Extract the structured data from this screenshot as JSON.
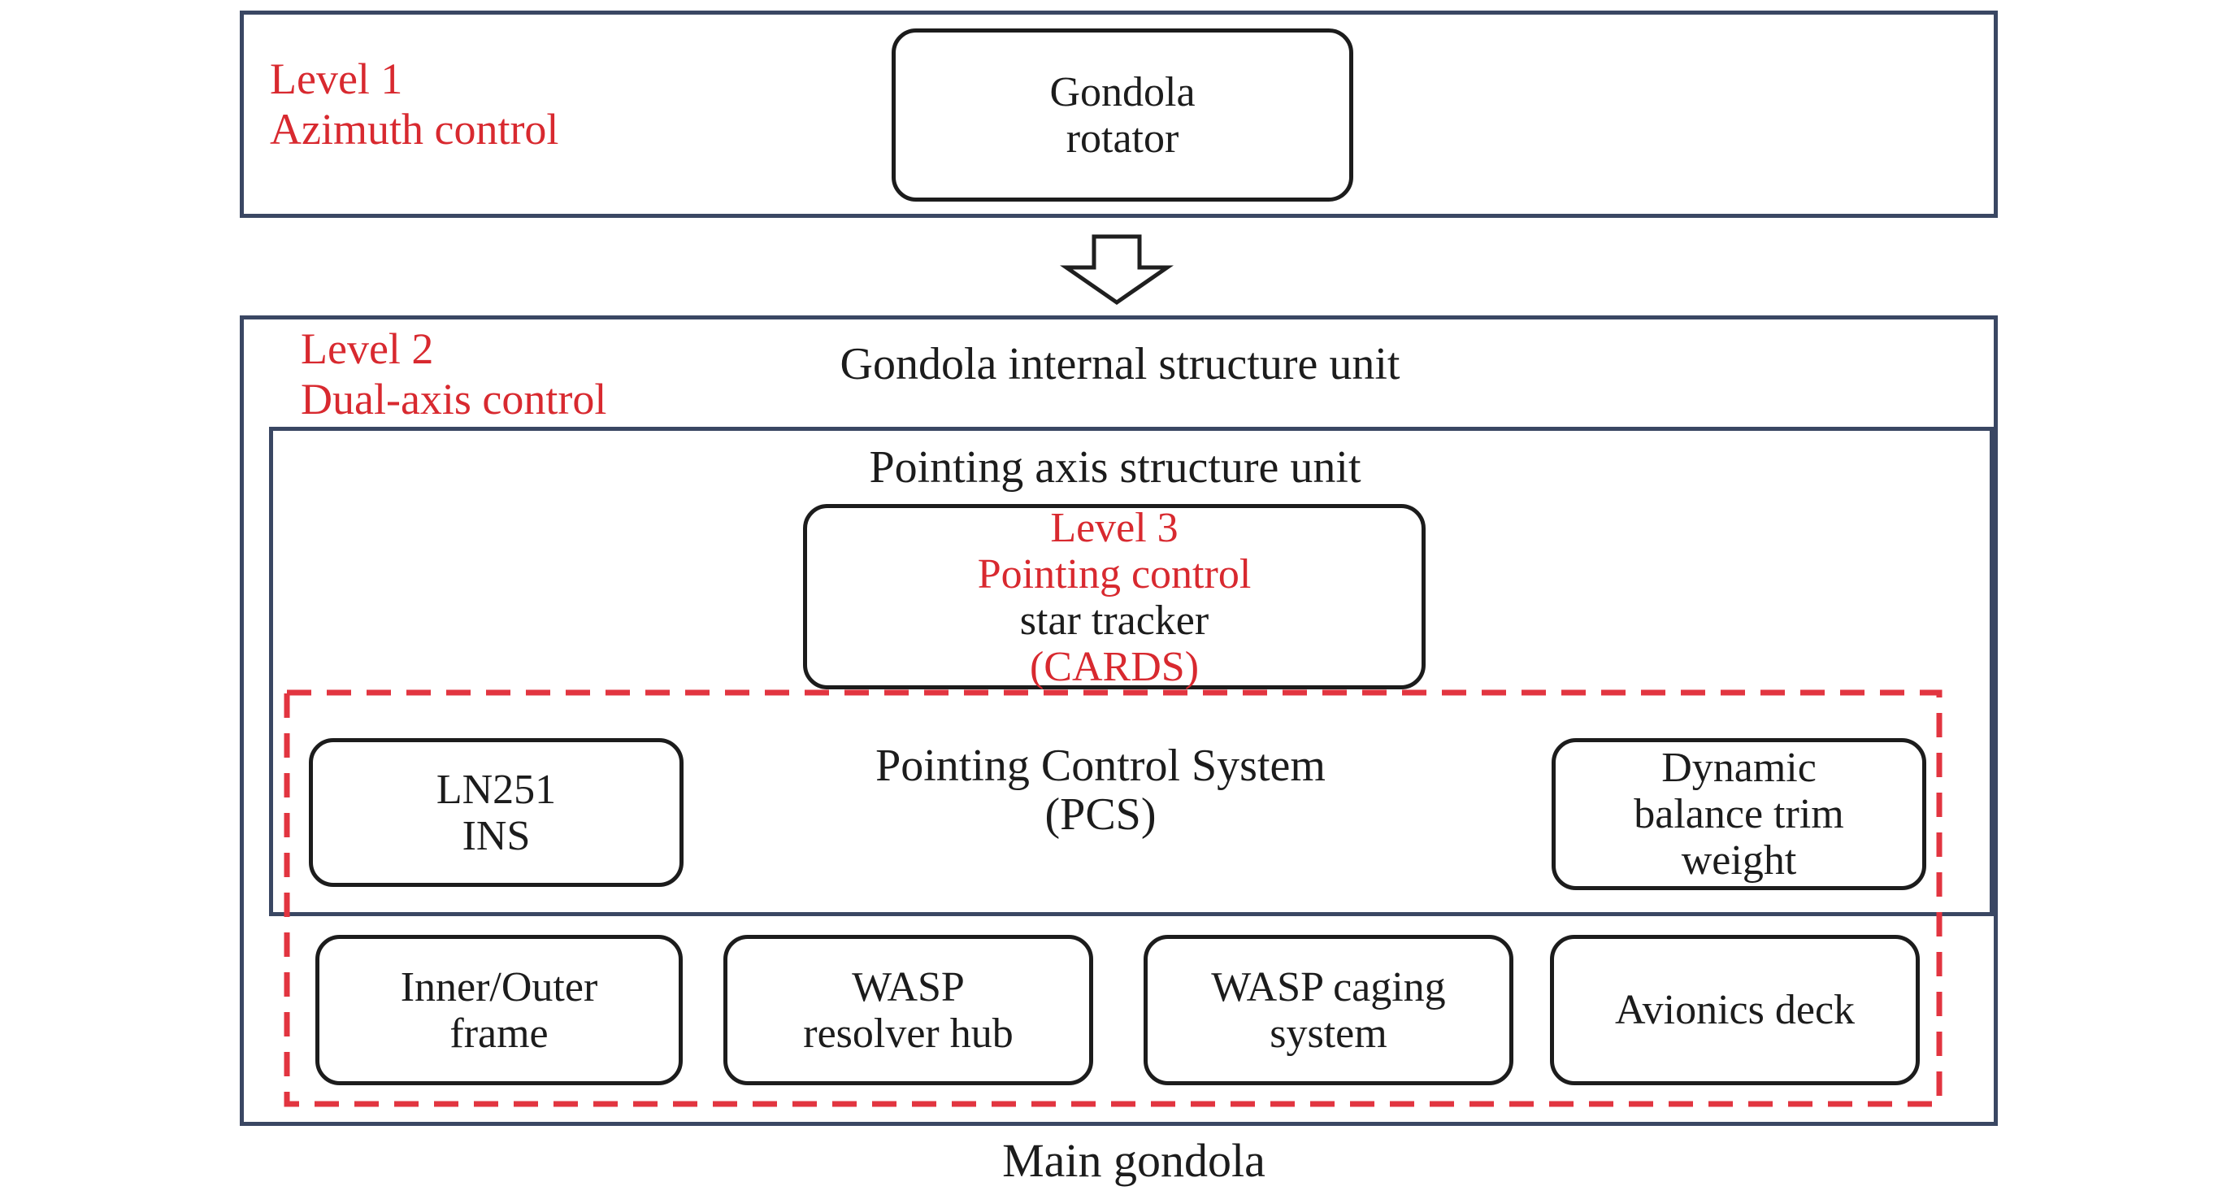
{
  "colors": {
    "frame_navy": "#3a4763",
    "node_black": "#1c1c1c",
    "accent_red": "#d8292f",
    "dashed_red": "#e23540",
    "background": "#ffffff"
  },
  "level1": {
    "tag_line1": "Level 1",
    "tag_line2": "Azimuth control",
    "node_line1": "Gondola",
    "node_line2": "rotator"
  },
  "connector": {
    "icon": "down-block-arrow"
  },
  "level2": {
    "tag_line1": "Level 2",
    "tag_line2": "Dual-axis control",
    "title": "Gondola internal structure unit",
    "pointing_axis": {
      "title": "Pointing axis structure unit",
      "level3_node": {
        "line1": "Level 3",
        "line2": "Pointing control",
        "line3": "star tracker",
        "line4": "(CARDS)"
      }
    },
    "pcs": {
      "title_line1": "Pointing Control System",
      "title_line2": "(PCS)",
      "ln251_node": {
        "line1": "LN251",
        "line2": "INS"
      },
      "dynamic_node": {
        "line1": "Dynamic",
        "line2": "balance trim",
        "line3": "weight"
      },
      "bottom_row": {
        "inner_outer_node": {
          "line1": "Inner/Outer",
          "line2": "frame"
        },
        "wasp_resolver_node": {
          "line1": "WASP",
          "line2": "resolver hub"
        },
        "wasp_caging_node": {
          "line1": "WASP caging",
          "line2": "system"
        },
        "avionics_node": {
          "line1": "Avionics deck"
        }
      }
    }
  },
  "footer": {
    "label": "Main gondola"
  }
}
